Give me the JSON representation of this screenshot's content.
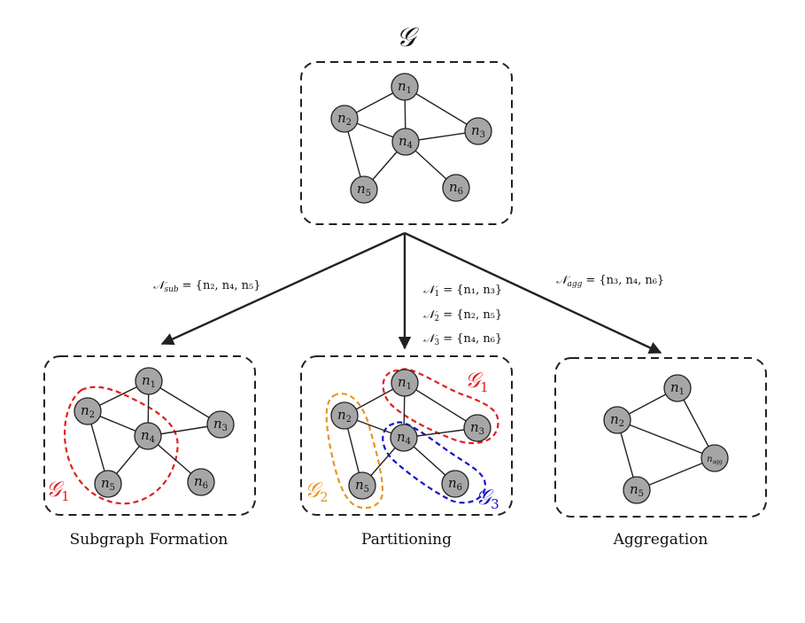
{
  "title": "𝒢",
  "colors": {
    "red": "#e02020",
    "orange": "#e8961e",
    "blue": "#1414c8",
    "node": "#a6a6a6"
  },
  "arrow_labels": {
    "sub": {
      "sym": "𝒩",
      "sub": "sub",
      "set": "= {n₂, n₄, n₅}"
    },
    "part": [
      {
        "sym": "𝒩",
        "sub": "1",
        "set": "= {n₁, n₃}"
      },
      {
        "sym": "𝒩",
        "sub": "2",
        "set": "= {n₂, n₅}"
      },
      {
        "sym": "𝒩",
        "sub": "3",
        "set": "= {n₄, n₆}"
      }
    ],
    "agg": {
      "sym": "𝒩",
      "sub": "agg",
      "set": "= {n₃, n₄, n₆}"
    }
  },
  "graphs": {
    "top": {
      "nodes": [
        {
          "id": "n1",
          "label": "n",
          "sub": "1"
        },
        {
          "id": "n2",
          "label": "n",
          "sub": "2"
        },
        {
          "id": "n3",
          "label": "n",
          "sub": "3"
        },
        {
          "id": "n4",
          "label": "n",
          "sub": "4"
        },
        {
          "id": "n5",
          "label": "n",
          "sub": "5"
        },
        {
          "id": "n6",
          "label": "n",
          "sub": "6"
        }
      ],
      "edges": [
        [
          "n1",
          "n2"
        ],
        [
          "n1",
          "n4"
        ],
        [
          "n1",
          "n3"
        ],
        [
          "n2",
          "n4"
        ],
        [
          "n2",
          "n5"
        ],
        [
          "n4",
          "n3"
        ],
        [
          "n4",
          "n5"
        ],
        [
          "n4",
          "n6"
        ]
      ]
    },
    "agg": {
      "nodes": [
        {
          "id": "n1",
          "label": "n",
          "sub": "1"
        },
        {
          "id": "n2",
          "label": "n",
          "sub": "2"
        },
        {
          "id": "n5",
          "label": "n",
          "sub": "5"
        },
        {
          "id": "nagg",
          "label": "n",
          "sub": "agg"
        }
      ],
      "edges": [
        [
          "n1",
          "n2"
        ],
        [
          "n1",
          "nagg"
        ],
        [
          "n2",
          "nagg"
        ],
        [
          "n2",
          "n5"
        ],
        [
          "n5",
          "nagg"
        ]
      ]
    }
  },
  "groups": {
    "sub_g1": {
      "sym": "𝒢",
      "sub": "1"
    },
    "part_g1": {
      "sym": "𝒢",
      "sub": "1"
    },
    "part_g2": {
      "sym": "𝒢",
      "sub": "2"
    },
    "part_g3": {
      "sym": "𝒢",
      "sub": "3"
    }
  },
  "captions": {
    "left": "Subgraph Formation",
    "middle": "Partitioning",
    "right": "Aggregation"
  }
}
